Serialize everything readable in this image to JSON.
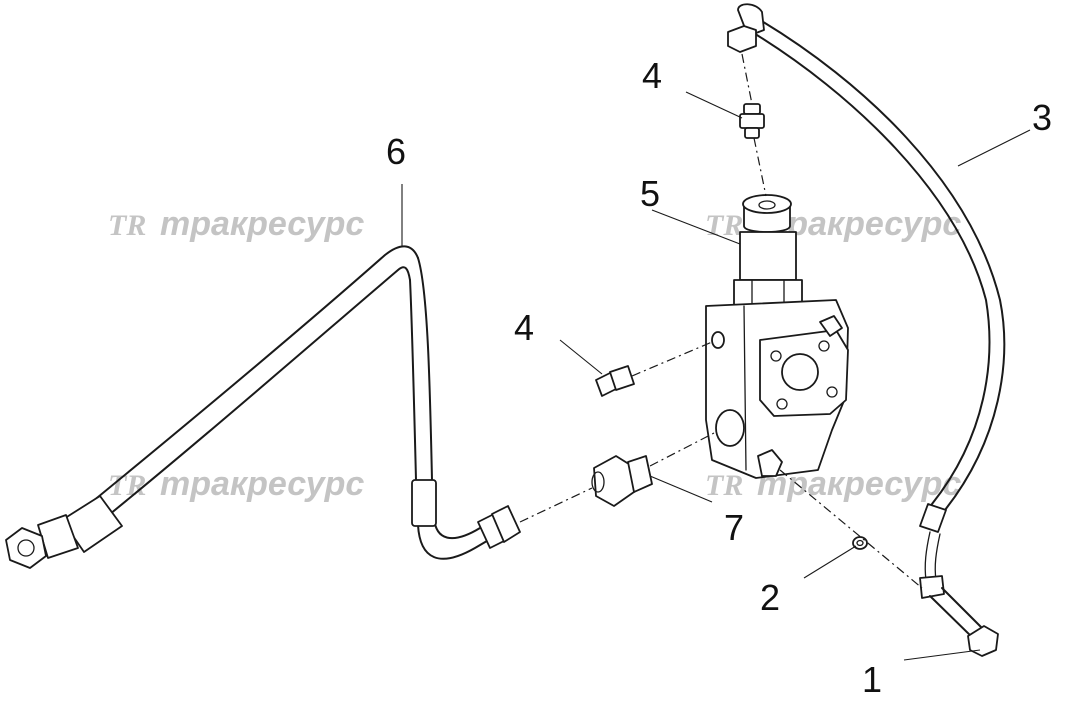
{
  "watermark": {
    "brand_text": "тракресурс",
    "logo_text": "TR"
  },
  "callouts": {
    "c1": "1",
    "c2": "2",
    "c3": "3",
    "c4_top": "4",
    "c4_mid": "4",
    "c5": "5",
    "c6": "6",
    "c7": "7"
  }
}
